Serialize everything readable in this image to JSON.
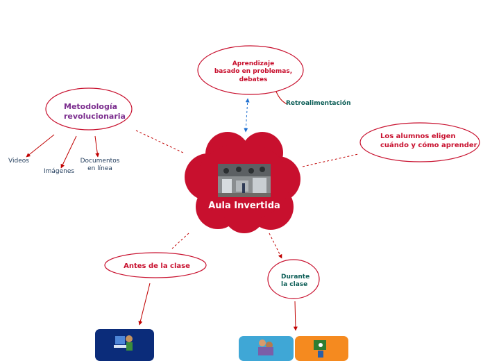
{
  "central": {
    "title": "Aula  Invertida",
    "fill": "#c8102e"
  },
  "nodes": {
    "metodologia": "Metodología\nrevolucionaria",
    "aprendizaje": "Aprendizaje\nbasado en problemas,\ndebates",
    "retro": "Retroalimentación",
    "alumnos": "Los alumnos eligen\ncuándo y cómo aprender",
    "antes": "Antes de la clase",
    "durante": "Durante\nla clase",
    "videos": "Videos",
    "imagenes": "Imágenes",
    "documentos": "Documentos\nen línea"
  },
  "colors": {
    "purple": "#7b2d8e",
    "red": "#c8102e",
    "teal": "#0b5d56",
    "link": "#c00000",
    "blue_link": "#1e6fd0",
    "text_dark": "#1f3a5a"
  },
  "icons": {
    "tile_blue": "computer-user-icon",
    "tile_cyan": "classroom-group-icon",
    "tile_orange": "teacher-board-icon"
  }
}
